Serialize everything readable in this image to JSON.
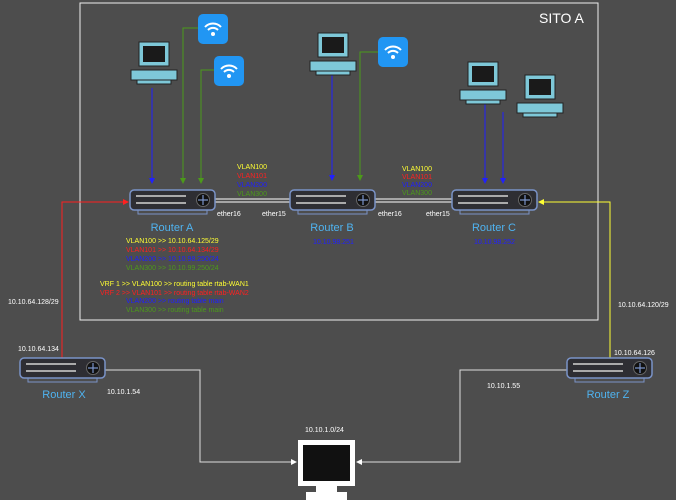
{
  "site_label": "SITO A",
  "colors": {
    "vlan100": "#ffff33",
    "vlan101": "#ff2020",
    "vlan200": "#2020ff",
    "vlan300": "#4c9a1a",
    "router_label": "#4fb3f0",
    "background": "#4d4d4d"
  },
  "routers": {
    "a": {
      "name": "Router A"
    },
    "b": {
      "name": "Router B",
      "ip": "10.10.98.251"
    },
    "c": {
      "name": "Router C",
      "ip": "10.10.98.252"
    },
    "x": {
      "name": "Router X",
      "wan_ip": "10.10.64.134",
      "lan_ip": "10.10.1.54"
    },
    "z": {
      "name": "Router Z",
      "wan_ip": "10.10.64.126",
      "lan_ip": "10.10.1.55"
    }
  },
  "ports": {
    "ab_a": "ether16",
    "ab_b": "ether15",
    "bc_b": "ether16",
    "bc_c": "ether15"
  },
  "trunk_vlans": [
    "VLAN100",
    "VLAN101",
    "VLAN200",
    "VLAN300"
  ],
  "router_a_addresses": [
    "VLAN100 >> 10.10.64.125/29",
    "VLAN101 >> 10.10.64.134/29",
    "VLAN200 >> 10.10.98.250/24",
    "VLAN300 >> 10.10.99.250/24"
  ],
  "router_a_routing": [
    "VRF 1 >> VLAN100 >> routing table rtab-WAN1",
    "VRF 2 >> VLAN101 >> routing table rtab-WAN2",
    "VLAN200 >> routing table main",
    "VLAN300 >> routing table main"
  ],
  "links": {
    "x_subnet": "10.10.64.128/29",
    "z_subnet": "10.10.64.120/29",
    "lan_subnet": "10.10.1.0/24"
  }
}
